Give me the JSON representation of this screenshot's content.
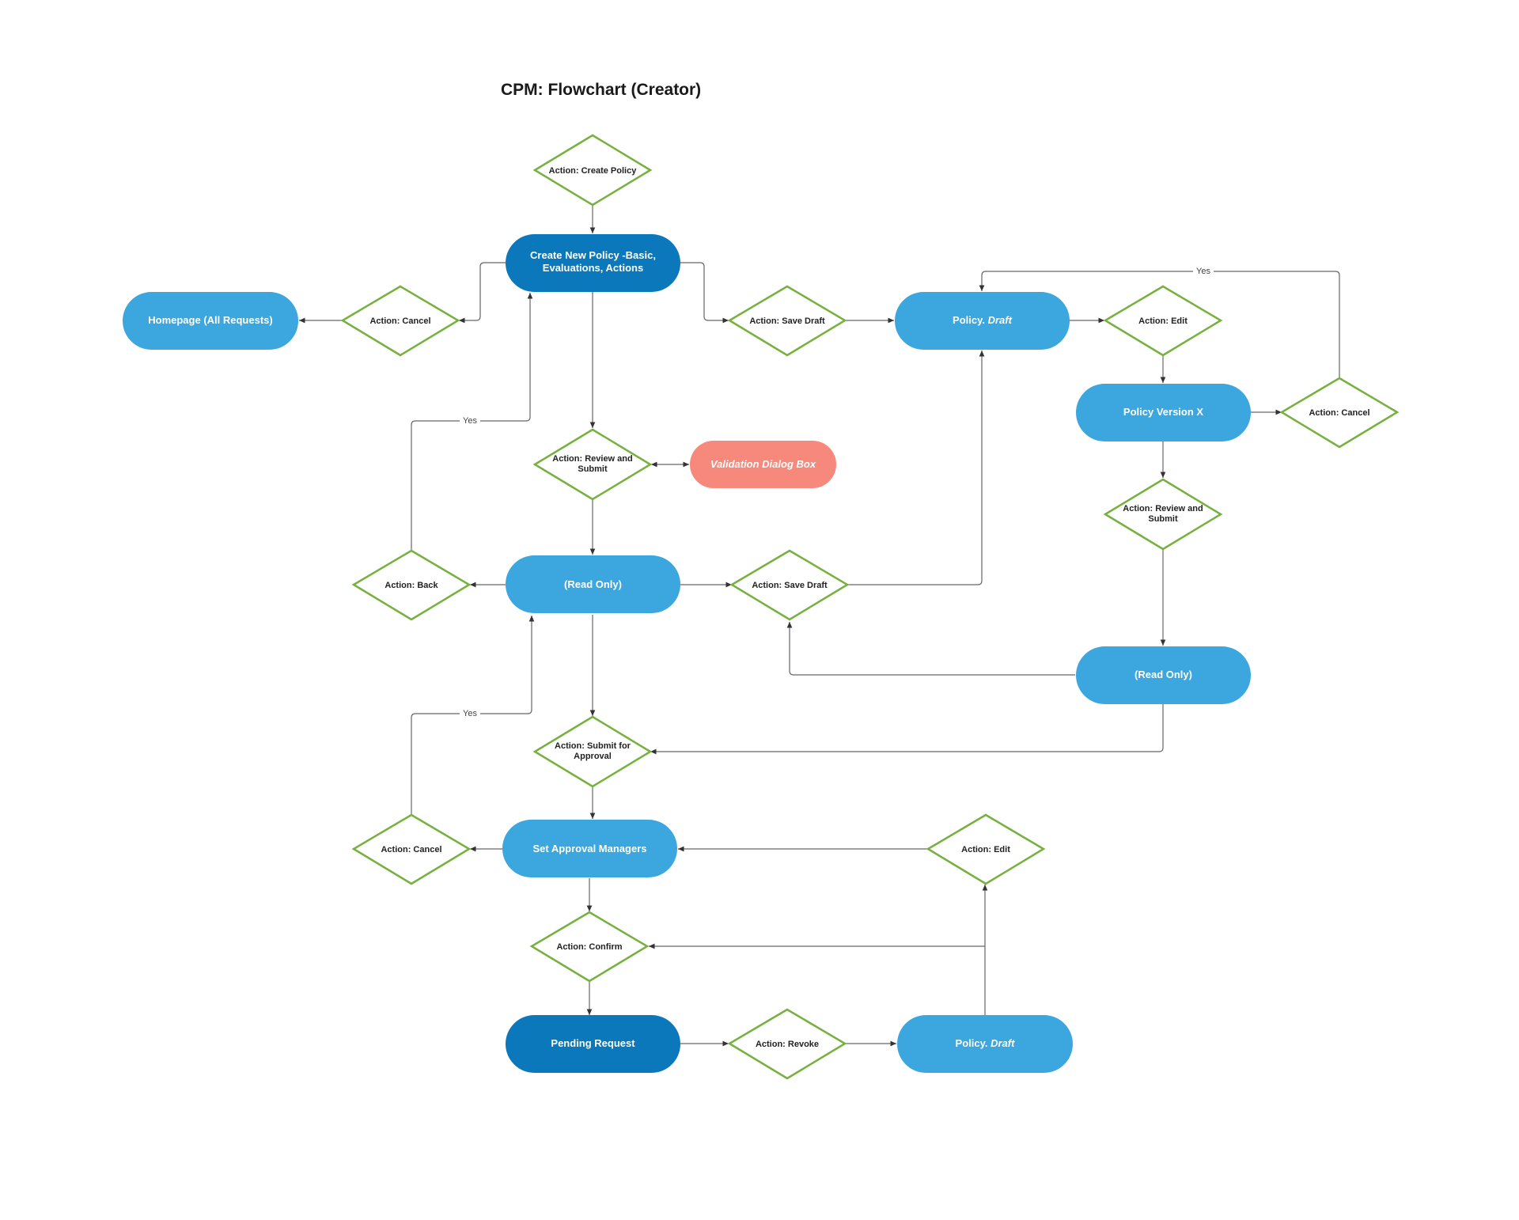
{
  "title": "CPM: Flowchart (Creator)",
  "colors": {
    "pill_dark": "#0a78bb",
    "pill_light": "#3ca6de",
    "pill_alert": "#f6897b",
    "diamond_stroke": "#76b13f",
    "edge": "#666666"
  },
  "nodes": {
    "create_policy_action": "Action: Create Policy",
    "create_new_policy": "Create New Policy -Basic, Evaluations, Actions",
    "homepage": "Homepage (All Requests)",
    "cancel_action_top": "Action: Cancel",
    "save_draft_top": "Action: Save Draft",
    "policy_draft_top_prefix": "Policy.",
    "policy_draft_top_suffix": "Draft",
    "edit_action_top": "Action: Edit",
    "policy_version_x": "Policy Version X",
    "cancel_action_right": "Action: Cancel",
    "review_submit_right": "Action: Review and Submit",
    "review_submit_center": "Action: Review and Submit",
    "validation_dialog": "Validation Dialog Box",
    "read_only_center": "(Read Only)",
    "back_action": "Action: Back",
    "save_draft_middle": "Action: Save Draft",
    "read_only_right": "(Read Only)",
    "submit_for_approval": "Action: Submit for Approval",
    "cancel_action_lower": "Action: Cancel",
    "set_approval_managers": "Set Approval Managers",
    "edit_action_lower": "Action: Edit",
    "confirm_action": "Action: Confirm",
    "pending_request": "Pending Request",
    "revoke_action": "Action: Revoke",
    "policy_draft_bottom_prefix": "Policy.",
    "policy_draft_bottom_suffix": "Draft"
  },
  "edge_labels": {
    "yes_top_right": "Yes",
    "yes_back": "Yes",
    "yes_cancel": "Yes"
  }
}
